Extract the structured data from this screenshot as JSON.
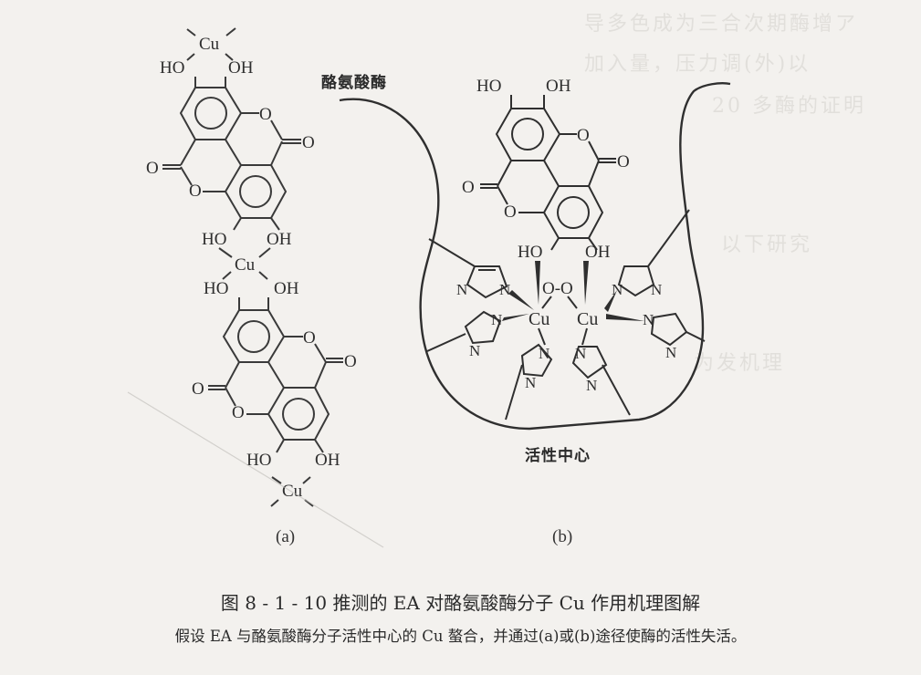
{
  "figure": {
    "number": "图 8 - 1 - 10",
    "title": "推测的 EA 对酪氨酸酶分子 Cu 作用机理图解",
    "caption_title": "图 8 - 1 - 10   推测的 EA 对酪氨酸酶分子 Cu 作用机理图解",
    "caption_note": "假设 EA 与酪氨酸酶分子活性中心的 Cu 螯合，并通过(a)或(b)途径使酶的活性失活。"
  },
  "panel_a": {
    "label": "(a)",
    "atoms": {
      "cu": "Cu",
      "ho": "HO",
      "oh": "OH",
      "o": "O"
    },
    "description": "Chain of ellagic acid molecules bridged by Cu chelation at catechol OH groups"
  },
  "panel_b": {
    "label": "(b)",
    "enzyme_label": "酪氨酸酶",
    "active_site_label": "活性中心",
    "atoms": {
      "cu": "Cu",
      "ho": "HO",
      "oh": "OH",
      "o": "O",
      "n": "N",
      "peroxo": "O-O"
    },
    "description": "Ellagic acid binding to the binuclear Cu active site of tyrosinase coordinated by six histidine imidazoles"
  }
}
